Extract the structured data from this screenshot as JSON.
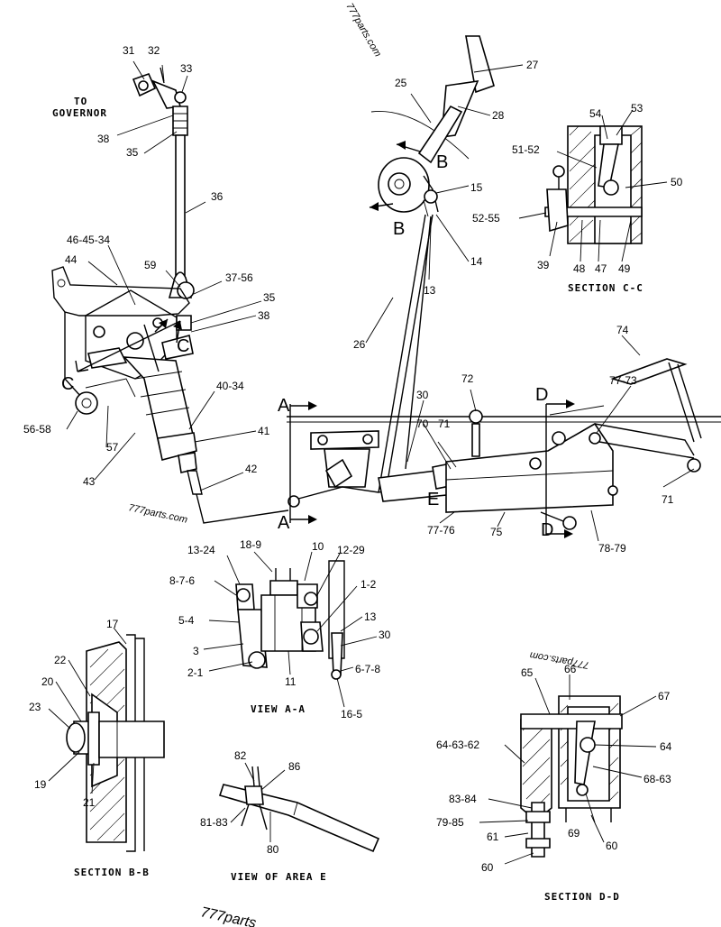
{
  "labels": {
    "l31": "31",
    "l32": "32",
    "l33": "33",
    "l38a": "38",
    "l35a": "35",
    "l36": "36",
    "l46_45_34": "46-45-34",
    "l44": "44",
    "l59": "59",
    "l37_56": "37-56",
    "l35b": "35",
    "l38b": "38",
    "l40_34": "40-34",
    "l41": "41",
    "l42": "42",
    "l43": "43",
    "l56_58": "56-58",
    "l57": "57",
    "l25": "25",
    "l27": "27",
    "l28": "28",
    "l15": "15",
    "l14": "14",
    "l13a": "13",
    "l26": "26",
    "l54": "54",
    "l53": "53",
    "l51_52": "51-52",
    "l50": "50",
    "l52_55": "52-55",
    "l39": "39",
    "l48": "48",
    "l47": "47",
    "l49": "49",
    "l74": "74",
    "l72": "72",
    "l77_73": "77-73",
    "l30a": "30",
    "l70": "70",
    "l71a": "71",
    "l71b": "71",
    "l77_76": "77-76",
    "l75": "75",
    "l78_79": "78-79",
    "l13_24": "13-24",
    "l18_9": "18-9",
    "l10": "10",
    "l12_29": "12-29",
    "l8_7_6": "8-7-6",
    "l1_2": "1-2",
    "l5_4": "5-4",
    "l13b": "13",
    "l30b": "30",
    "l3": "3",
    "l6_7_8": "6-7-8",
    "l2_1": "2-1",
    "l11": "11",
    "l16_5": "16-5",
    "l17": "17",
    "l22": "22",
    "l20": "20",
    "l23": "23",
    "l19": "19",
    "l21": "21",
    "l65": "65",
    "l66": "66",
    "l67": "67",
    "l64_63_62": "64-63-62",
    "l64": "64",
    "l68_63": "68-63",
    "l83_84": "83-84",
    "l79_85": "79-85",
    "l61": "61",
    "l69": "69",
    "l60a": "60",
    "l60b": "60",
    "l82": "82",
    "l86": "86",
    "l81_83": "81-83",
    "l80": "80"
  },
  "captions": {
    "to_governor_1": "TO",
    "to_governor_2": "GOVERNOR",
    "section_cc": "SECTION C-C",
    "view_aa": "VIEW A-A",
    "section_bb": "SECTION B-B",
    "view_area_e": "VIEW OF AREA E",
    "section_dd": "SECTION D-D"
  },
  "section_letters": {
    "a_top": "A",
    "a_bottom": "A",
    "b_top": "B",
    "b_bottom": "B",
    "c_right": "C",
    "c_left": "C",
    "d_top": "D",
    "d_bottom": "D",
    "e": "E"
  },
  "watermarks": {
    "top": "777parts.com",
    "middle": "777parts.com",
    "right": "777parts.com",
    "bottom": "777parts"
  }
}
